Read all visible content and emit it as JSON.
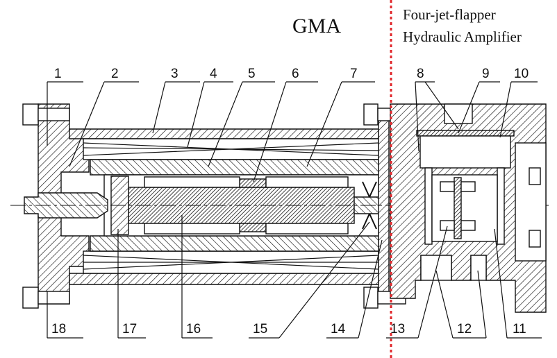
{
  "titles": {
    "left": "GMA",
    "right_line1": "Four-jet-flapper",
    "right_line2": "Hydraulic Amplifier"
  },
  "labels": {
    "top": [
      "1",
      "2",
      "3",
      "4",
      "5",
      "6",
      "7",
      "8",
      "9",
      "10"
    ],
    "bottom": [
      "18",
      "17",
      "16",
      "15",
      "14",
      "13",
      "12",
      "11"
    ]
  },
  "colors": {
    "divider": "#e0262a",
    "ink": "#111111"
  }
}
